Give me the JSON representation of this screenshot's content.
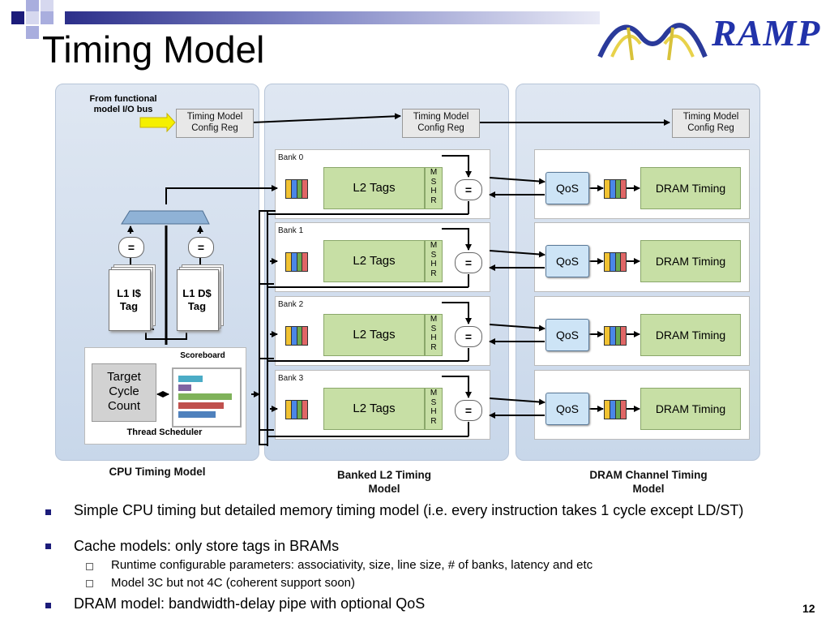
{
  "slide": {
    "title": "Timing Model",
    "logo_text": "RAMP",
    "page_number": "12"
  },
  "diagram": {
    "from_functional": "From functional model I/O bus",
    "config_reg": "Timing Model Config Reg",
    "l1i": "L1 I$ Tag",
    "l1d": "L1 D$ Tag",
    "eq": "=",
    "scoreboard": "Scoreboard",
    "target_cycle": "Target Cycle Count",
    "thread_scheduler": "Thread Scheduler",
    "banks": [
      {
        "label": "Bank 0",
        "tags": "L2 Tags",
        "qos": "QoS",
        "dram": "DRAM Timing"
      },
      {
        "label": "Bank 1",
        "tags": "L2 Tags",
        "qos": "QoS",
        "dram": "DRAM Timing"
      },
      {
        "label": "Bank 2",
        "tags": "L2 Tags",
        "qos": "QoS",
        "dram": "DRAM Timing"
      },
      {
        "label": "Bank 3",
        "tags": "L2 Tags",
        "qos": "QoS",
        "dram": "DRAM Timing"
      }
    ],
    "mshr": [
      "M",
      "S",
      "H",
      "R"
    ],
    "captions": {
      "cpu": "CPU Timing Model",
      "l2": "Banked L2 Timing Model",
      "dram": "DRAM Channel Timing Model"
    }
  },
  "bullets": [
    "Simple CPU timing but detailed memory timing model (i.e. every instruction takes 1 cycle except LD/ST)",
    "Cache models: only store tags in BRAMs",
    "DRAM model: bandwidth-delay pipe with optional QoS"
  ],
  "sub_bullets": [
    "Runtime configurable parameters: associativity, size, line size, # of banks, latency and etc",
    "Model 3C but not 4C (coherent support soon)"
  ],
  "colors": {
    "title_bar": "#2c2f8a",
    "bullet": "#1c1c7a",
    "logo": "#2233aa",
    "tag_green": "#c7dfa5",
    "qos_blue": "#cde4f6"
  }
}
